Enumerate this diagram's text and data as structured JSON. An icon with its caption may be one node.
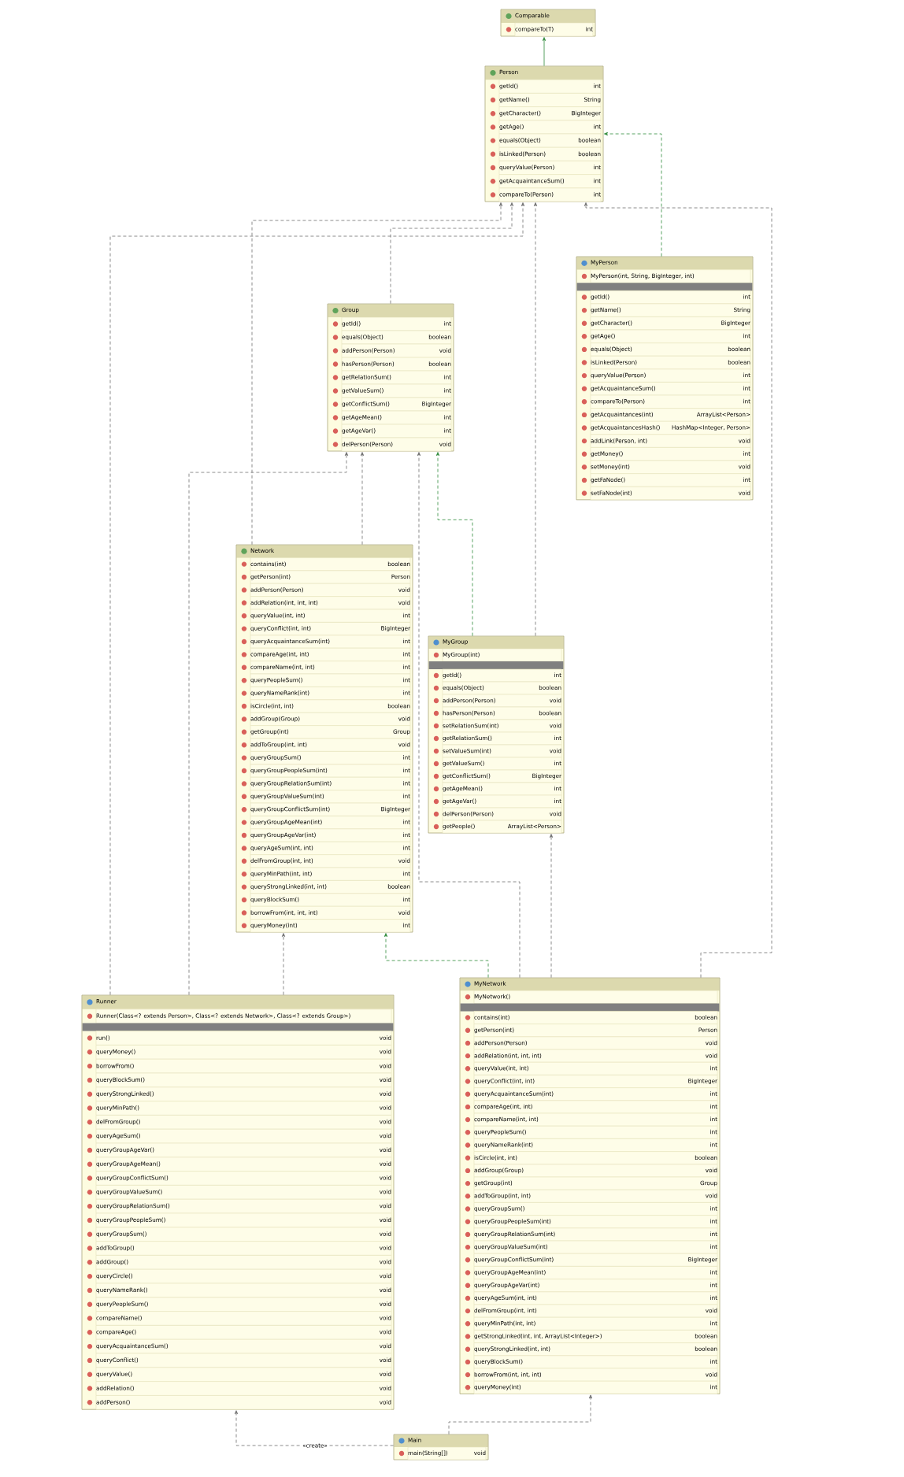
{
  "diagram": {
    "nodes": [
      {
        "text": [
          "Comparable"
        ]
      },
      {
        "text": [
          "compareTo(T)",
          "int"
        ],
        "in": 0
      },
      {
        "text": [
          "Person"
        ]
      },
      {
        "text": [
          "getId()",
          "int"
        ],
        "in": 2
      },
      {
        "text": [
          "getName()",
          "String"
        ],
        "in": 2
      },
      {
        "text": [
          "getCharacter()",
          "BigInteger"
        ],
        "in": 2
      },
      {
        "text": [
          "getAge()",
          "int"
        ],
        "in": 2
      },
      {
        "text": [
          "equals(Object)",
          "boolean"
        ],
        "in": 2
      },
      {
        "text": [
          "isLinked(Person)",
          "boolean"
        ],
        "in": 2
      },
      {
        "text": [
          "queryValue(Person)",
          "int"
        ],
        "in": 2
      },
      {
        "text": [
          "getAcquaintanceSum()",
          "int"
        ],
        "in": 2
      },
      {
        "text": [
          "compareTo(Person)",
          "int"
        ],
        "in": 2
      },
      {
        "text": [
          "MyPerson"
        ]
      },
      {
        "text": [
          "MyPerson(int, String, BigInteger, int)"
        ],
        "in": 12
      },
      {
        "text": [
          "getId()",
          "int"
        ],
        "in": 12
      },
      {
        "text": [
          "getName()",
          "String"
        ],
        "in": 12
      },
      {
        "text": [
          "getCharacter()",
          "BigInteger"
        ],
        "in": 12
      },
      {
        "text": [
          "getAge()",
          "int"
        ],
        "in": 12
      },
      {
        "text": [
          "equals(Object)",
          "boolean"
        ],
        "in": 12
      },
      {
        "text": [
          "isLinked(Person)",
          "boolean"
        ],
        "in": 12
      },
      {
        "text": [
          "queryValue(Person)",
          "int"
        ],
        "in": 12
      },
      {
        "text": [
          "getAcquaintanceSum()",
          "int"
        ],
        "in": 12
      },
      {
        "text": [
          "compareTo(Person)",
          "int"
        ],
        "in": 12
      },
      {
        "text": [
          "getAcquaintances(int)",
          "ArrayList<Person>"
        ],
        "in": 12
      },
      {
        "text": [
          "getAcquaintancesHash()",
          "HashMap<Integer, Person>"
        ],
        "in": 12
      },
      {
        "text": [
          "addLink(Person, int)",
          "void"
        ],
        "in": 12
      },
      {
        "text": [
          "getMoney()",
          "int"
        ],
        "in": 12
      },
      {
        "text": [
          "setMoney(int)",
          "void"
        ],
        "in": 12
      },
      {
        "text": [
          "getFaNode()",
          "int"
        ],
        "in": 12
      },
      {
        "text": [
          "setFaNode(int)",
          "void"
        ],
        "in": 12
      },
      {
        "text": [
          "Group"
        ]
      },
      {
        "text": [
          "getId()",
          "int"
        ],
        "in": 30
      },
      {
        "text": [
          "equals(Object)",
          "boolean"
        ],
        "in": 30
      },
      {
        "text": [
          "addPerson(Person)",
          "void"
        ],
        "in": 30
      },
      {
        "text": [
          "hasPerson(Person)",
          "boolean"
        ],
        "in": 30
      },
      {
        "text": [
          "getRelationSum()",
          "int"
        ],
        "in": 30
      },
      {
        "text": [
          "getValueSum()",
          "int"
        ],
        "in": 30
      },
      {
        "text": [
          "getConflictSum()",
          "BigInteger"
        ],
        "in": 30
      },
      {
        "text": [
          "getAgeMean()",
          "int"
        ],
        "in": 30
      },
      {
        "text": [
          "getAgeVar()",
          "int"
        ],
        "in": 30
      },
      {
        "text": [
          "delPerson(Person)",
          "void"
        ],
        "in": 30
      },
      {
        "text": [
          "Network"
        ]
      },
      {
        "text": [
          "contains(int)",
          "boolean"
        ],
        "in": 41
      },
      {
        "text": [
          "getPerson(int)",
          "Person"
        ],
        "in": 41
      },
      {
        "text": [
          "addPerson(Person)",
          "void"
        ],
        "in": 41
      },
      {
        "text": [
          "addRelation(int, int, int)",
          "void"
        ],
        "in": 41
      },
      {
        "text": [
          "queryValue(int, int)",
          "int"
        ],
        "in": 41
      },
      {
        "text": [
          "queryConflict(int, int)",
          "BigInteger"
        ],
        "in": 41
      },
      {
        "text": [
          "queryAcquaintanceSum(int)",
          "int"
        ],
        "in": 41
      },
      {
        "text": [
          "compareAge(int, int)",
          "int"
        ],
        "in": 41
      },
      {
        "text": [
          "compareName(int, int)",
          "int"
        ],
        "in": 41
      },
      {
        "text": [
          "queryPeopleSum()",
          "int"
        ],
        "in": 41
      },
      {
        "text": [
          "queryNameRank(int)",
          "int"
        ],
        "in": 41
      },
      {
        "text": [
          "isCircle(int, int)",
          "boolean"
        ],
        "in": 41
      },
      {
        "text": [
          "addGroup(Group)",
          "void"
        ],
        "in": 41
      },
      {
        "text": [
          "getGroup(int)",
          "Group"
        ],
        "in": 41
      },
      {
        "text": [
          "addToGroup(int, int)",
          "void"
        ],
        "in": 41
      },
      {
        "text": [
          "queryGroupSum()",
          "int"
        ],
        "in": 41
      },
      {
        "text": [
          "queryGroupPeopleSum(int)",
          "int"
        ],
        "in": 41
      },
      {
        "text": [
          "queryGroupRelationSum(int)",
          "int"
        ],
        "in": 41
      },
      {
        "text": [
          "queryGroupValueSum(int)",
          "int"
        ],
        "in": 41
      },
      {
        "text": [
          "queryGroupConflictSum(int)",
          "BigInteger"
        ],
        "in": 41
      },
      {
        "text": [
          "queryGroupAgeMean(int)",
          "int"
        ],
        "in": 41
      },
      {
        "text": [
          "queryGroupAgeVar(int)",
          "int"
        ],
        "in": 41
      },
      {
        "text": [
          "queryAgeSum(int, int)",
          "int"
        ],
        "in": 41
      },
      {
        "text": [
          "delFromGroup(int, int)",
          "void"
        ],
        "in": 41
      },
      {
        "text": [
          "queryMinPath(int, int)",
          "int"
        ],
        "in": 41
      },
      {
        "text": [
          "queryStrongLinked(int, int)",
          "boolean"
        ],
        "in": 41
      },
      {
        "text": [
          "queryBlockSum()",
          "int"
        ],
        "in": 41
      },
      {
        "text": [
          "borrowFrom(int, int, int)",
          "void"
        ],
        "in": 41
      },
      {
        "text": [
          "queryMoney(int)",
          "int"
        ],
        "in": 41
      },
      {
        "text": [
          "MyGroup"
        ]
      },
      {
        "text": [
          "MyGroup(int)"
        ],
        "in": 71
      },
      {
        "text": [
          "getId()",
          "int"
        ],
        "in": 71
      },
      {
        "text": [
          "equals(Object)",
          "boolean"
        ],
        "in": 71
      },
      {
        "text": [
          "addPerson(Person)",
          "void"
        ],
        "in": 71
      },
      {
        "text": [
          "hasPerson(Person)",
          "boolean"
        ],
        "in": 71
      },
      {
        "text": [
          "setRelationSum(int)",
          "void"
        ],
        "in": 71
      },
      {
        "text": [
          "getRelationSum()",
          "int"
        ],
        "in": 71
      },
      {
        "text": [
          "setValueSum(int)",
          "void"
        ],
        "in": 71
      },
      {
        "text": [
          "getValueSum()",
          "int"
        ],
        "in": 71
      },
      {
        "text": [
          "getConflictSum()",
          "BigInteger"
        ],
        "in": 71
      },
      {
        "text": [
          "getAgeMean()",
          "int"
        ],
        "in": 71
      },
      {
        "text": [
          "getAgeVar()",
          "int"
        ],
        "in": 71
      },
      {
        "text": [
          "delPerson(Person)",
          "void"
        ],
        "in": 71
      },
      {
        "text": [
          "getPeople()",
          "ArrayList<Person>"
        ],
        "in": 71
      },
      {
        "text": [
          "MyNetwork"
        ]
      },
      {
        "text": [
          "MyNetwork()"
        ],
        "in": 86
      },
      {
        "text": [
          "contains(int)",
          "boolean"
        ],
        "in": 86
      },
      {
        "text": [
          "getPerson(int)",
          "Person"
        ],
        "in": 86
      },
      {
        "text": [
          "addPerson(Person)",
          "void"
        ],
        "in": 86
      },
      {
        "text": [
          "addRelation(int, int, int)",
          "void"
        ],
        "in": 86
      },
      {
        "text": [
          "queryValue(int, int)",
          "int"
        ],
        "in": 86
      },
      {
        "text": [
          "queryConflict(int, int)",
          "BigInteger"
        ],
        "in": 86
      },
      {
        "text": [
          "queryAcquaintanceSum(int)",
          "int"
        ],
        "in": 86
      },
      {
        "text": [
          "compareAge(int, int)",
          "int"
        ],
        "in": 86
      },
      {
        "text": [
          "compareName(int, int)",
          "int"
        ],
        "in": 86
      },
      {
        "text": [
          "queryPeopleSum()",
          "int"
        ],
        "in": 86
      },
      {
        "text": [
          "queryNameRank(int)",
          "int"
        ],
        "in": 86
      },
      {
        "text": [
          "isCircle(int, int)",
          "boolean"
        ],
        "in": 86
      },
      {
        "text": [
          "addGroup(Group)",
          "void"
        ],
        "in": 86
      },
      {
        "text": [
          "getGroup(int)",
          "Group"
        ],
        "in": 86
      },
      {
        "text": [
          "addToGroup(int, int)",
          "void"
        ],
        "in": 86
      },
      {
        "text": [
          "queryGroupSum()",
          "int"
        ],
        "in": 86
      },
      {
        "text": [
          "queryGroupPeopleSum(int)",
          "int"
        ],
        "in": 86
      },
      {
        "text": [
          "queryGroupRelationSum(int)",
          "int"
        ],
        "in": 86
      },
      {
        "text": [
          "queryGroupValueSum(int)",
          "int"
        ],
        "in": 86
      },
      {
        "text": [
          "queryGroupConflictSum(int)",
          "BigInteger"
        ],
        "in": 86
      },
      {
        "text": [
          "queryGroupAgeMean(int)",
          "int"
        ],
        "in": 86
      },
      {
        "text": [
          "queryGroupAgeVar(int)",
          "int"
        ],
        "in": 86
      },
      {
        "text": [
          "queryAgeSum(int, int)",
          "int"
        ],
        "in": 86
      },
      {
        "text": [
          "delFromGroup(int, int)",
          "void"
        ],
        "in": 86
      },
      {
        "text": [
          "queryMinPath(int, int)",
          "int"
        ],
        "in": 86
      },
      {
        "text": [
          "getStrongLinked(int, int, ArrayList<Integer>)",
          "boolean"
        ],
        "in": 86
      },
      {
        "text": [
          "queryStrongLinked(int, int)",
          "boolean"
        ],
        "in": 86
      },
      {
        "text": [
          "queryBlockSum()",
          "int"
        ],
        "in": 86
      },
      {
        "text": [
          "borrowFrom(int, int, int)",
          "void"
        ],
        "in": 86
      },
      {
        "text": [
          "queryMoney(int)",
          "int"
        ],
        "in": 86
      },
      {
        "text": [
          "Runner"
        ]
      },
      {
        "text": [
          "Runner(Class<? extends Person>, Class<? extends Network>, Class<? extends Group>)"
        ],
        "in": 118
      },
      {
        "text": [
          "run()",
          "void"
        ],
        "in": 118
      },
      {
        "text": [
          "queryMoney()",
          "void"
        ],
        "in": 118
      },
      {
        "text": [
          "borrowFrom()",
          "void"
        ],
        "in": 118
      },
      {
        "text": [
          "queryBlockSum()",
          "void"
        ],
        "in": 118
      },
      {
        "text": [
          "queryStrongLinked()",
          "void"
        ],
        "in": 118
      },
      {
        "text": [
          "queryMinPath()",
          "void"
        ],
        "in": 118
      },
      {
        "text": [
          "delFromGroup()",
          "void"
        ],
        "in": 118
      },
      {
        "text": [
          "queryAgeSum()",
          "void"
        ],
        "in": 118
      },
      {
        "text": [
          "queryGroupAgeVar()",
          "void"
        ],
        "in": 118
      },
      {
        "text": [
          "queryGroupAgeMean()",
          "void"
        ],
        "in": 118
      },
      {
        "text": [
          "queryGroupConflictSum()",
          "void"
        ],
        "in": 118
      },
      {
        "text": [
          "queryGroupValueSum()",
          "void"
        ],
        "in": 118
      },
      {
        "text": [
          "queryGroupRelationSum()",
          "void"
        ],
        "in": 118
      },
      {
        "text": [
          "queryGroupPeopleSum()",
          "void"
        ],
        "in": 118
      },
      {
        "text": [
          "queryGroupSum()",
          "void"
        ],
        "in": 118
      },
      {
        "text": [
          "addToGroup()",
          "void"
        ],
        "in": 118
      },
      {
        "text": [
          "addGroup()",
          "void"
        ],
        "in": 118
      },
      {
        "text": [
          "queryCircle()",
          "void"
        ],
        "in": 118
      },
      {
        "text": [
          "queryNameRank()",
          "void"
        ],
        "in": 118
      },
      {
        "text": [
          "queryPeopleSum()",
          "void"
        ],
        "in": 118
      },
      {
        "text": [
          "compareName()",
          "void"
        ],
        "in": 118
      },
      {
        "text": [
          "compareAge()",
          "void"
        ],
        "in": 118
      },
      {
        "text": [
          "queryAcquaintanceSum()",
          "void"
        ],
        "in": 118
      },
      {
        "text": [
          "queryConflict()",
          "void"
        ],
        "in": 118
      },
      {
        "text": [
          "queryValue()",
          "void"
        ],
        "in": 118
      },
      {
        "text": [
          "addRelation()",
          "void"
        ],
        "in": 118
      },
      {
        "text": [
          "addPerson()",
          "void"
        ],
        "in": 118
      },
      {
        "text": [
          "Main"
        ]
      },
      {
        "text": [
          "main(String[])",
          "void"
        ],
        "in": 147
      }
    ],
    "edges": [
      {
        "from": 2,
        "to": 0,
        "arrow": "to",
        "color": "#2f8a3a"
      },
      {
        "from": 12,
        "to": 2,
        "arrow": "to",
        "style": "dashed",
        "color": "#2f8a3a"
      },
      {
        "from": 30,
        "to": 2,
        "arrow": "to",
        "style": "dashed"
      },
      {
        "from": 71,
        "to": 30,
        "arrow": "to",
        "style": "dashed",
        "color": "#2f8a3a"
      },
      {
        "from": 71,
        "to": 2,
        "arrow": "to",
        "style": "dashed"
      },
      {
        "from": 41,
        "to": 2,
        "arrow": "to",
        "style": "dashed"
      },
      {
        "from": 41,
        "to": 30,
        "arrow": "to",
        "style": "dashed"
      },
      {
        "from": 86,
        "to": 41,
        "arrow": "to",
        "style": "dashed",
        "color": "#2f8a3a"
      },
      {
        "from": 86,
        "to": 2,
        "arrow": "to",
        "style": "dashed"
      },
      {
        "from": 86,
        "to": 30,
        "arrow": "to",
        "style": "dashed"
      },
      {
        "from": 86,
        "to": 71,
        "arrow": "to",
        "style": "dashed"
      },
      {
        "from": 118,
        "to": 2,
        "arrow": "to",
        "style": "dashed"
      },
      {
        "from": 118,
        "to": 41,
        "arrow": "to",
        "style": "dashed"
      },
      {
        "from": 118,
        "to": 30,
        "arrow": "to",
        "style": "dashed"
      },
      {
        "from": 147,
        "to": 118,
        "arrow": "to",
        "style": "dashed",
        "label": "«create»"
      },
      {
        "from": 147,
        "to": 86,
        "arrow": "to",
        "style": "dashed"
      }
    ]
  }
}
